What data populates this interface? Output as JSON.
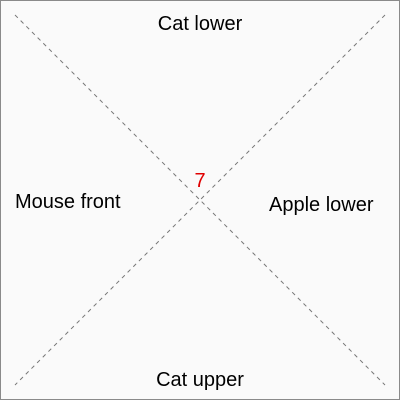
{
  "labels": {
    "top": "Cat lower",
    "bottom": "Cat upper",
    "left": "Mouse front",
    "right": "Apple lower"
  },
  "center": {
    "value": "7",
    "color": "#e00000"
  },
  "colors": {
    "background": "#fafafa",
    "border": "#8a8a8a",
    "diagonal": "#777777",
    "text": "#000000"
  }
}
